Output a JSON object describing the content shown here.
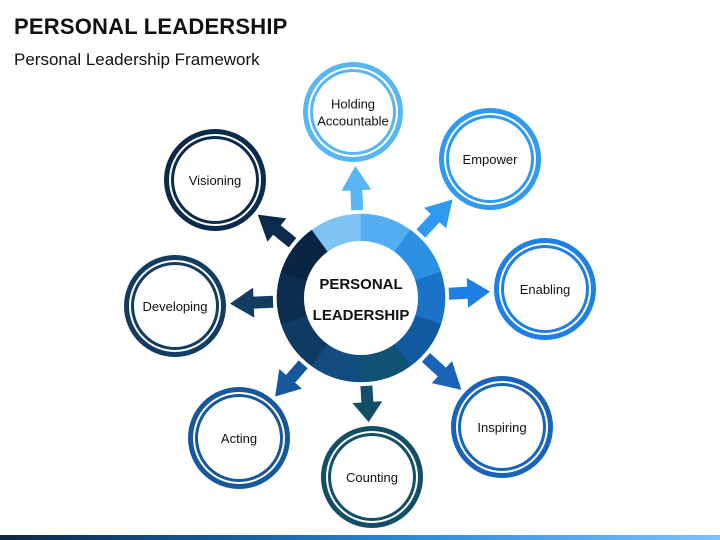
{
  "header": {
    "title": "PERSONAL LEADERSHIP",
    "subtitle": "Personal Leadership Framework"
  },
  "center": {
    "line1": "PERSONAL",
    "line2": "LEADERSHIP"
  },
  "nodes": [
    {
      "id": "holding-accountable",
      "lines": [
        "Holding",
        "Accountable"
      ],
      "color": "#58b6f2"
    },
    {
      "id": "empower",
      "lines": [
        "Empower"
      ],
      "color": "#2f9af0"
    },
    {
      "id": "enabling",
      "lines": [
        "Enabling"
      ],
      "color": "#1e7fe4"
    },
    {
      "id": "inspiring",
      "lines": [
        "Inspiring"
      ],
      "color": "#1a64b8"
    },
    {
      "id": "counting",
      "lines": [
        "Counting"
      ],
      "color": "#124f66"
    },
    {
      "id": "acting",
      "lines": [
        "Acting"
      ],
      "color": "#17579c"
    },
    {
      "id": "developing",
      "lines": [
        "Developing"
      ],
      "color": "#133c63"
    },
    {
      "id": "visioning",
      "lines": [
        "Visioning"
      ],
      "color": "#0c2a4b"
    }
  ],
  "colors": {
    "text": "#111111",
    "ring_segments": [
      "#7ec3f4",
      "#52aef0",
      "#2b90e2",
      "#1a73c7",
      "#125aa0",
      "#0f5273",
      "#134c7e",
      "#0f3a62",
      "#0c2d4f",
      "#0a2544"
    ]
  }
}
